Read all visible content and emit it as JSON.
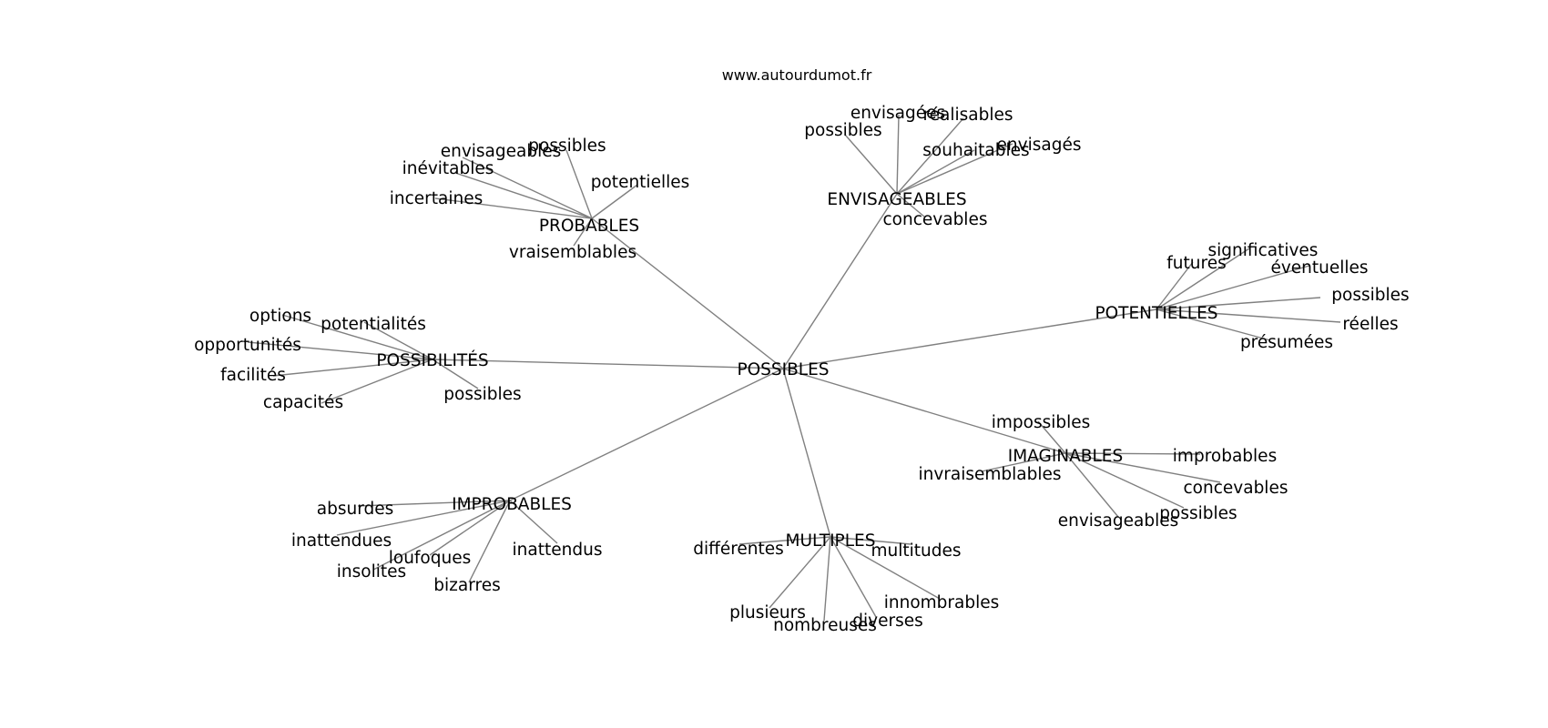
{
  "site": "www.autourdumot.fr",
  "root": "POSSIBLES",
  "clusters": [
    {
      "label": "PROBABLES",
      "leaves": [
        "possibles",
        "envisageables",
        "inévitables",
        "potentielles",
        "incertaines",
        "vraisemblables"
      ]
    },
    {
      "label": "ENVISAGEABLES",
      "leaves": [
        "envisagées",
        "réalisables",
        "possibles",
        "souhaitables",
        "envisagés",
        "concevables"
      ]
    },
    {
      "label": "POTENTIELLES",
      "leaves": [
        "significatives",
        "futures",
        "éventuelles",
        "possibles",
        "réelles",
        "présumées"
      ]
    },
    {
      "label": "POSSIBILITÉS",
      "leaves": [
        "options",
        "potentialités",
        "opportunités",
        "facilités",
        "capacités",
        "possibles"
      ]
    },
    {
      "label": "IMAGINABLES",
      "leaves": [
        "impossibles",
        "improbables",
        "invraisemblables",
        "concevables",
        "possibles",
        "envisageables"
      ]
    },
    {
      "label": "IMPROBABLES",
      "leaves": [
        "absurdes",
        "inattendues",
        "loufoques",
        "inattendus",
        "insolites",
        "bizarres"
      ]
    },
    {
      "label": "MULTIPLES",
      "leaves": [
        "différentes",
        "multitudes",
        "innombrables",
        "plusieurs",
        "nombreuses",
        "diverses"
      ]
    }
  ]
}
